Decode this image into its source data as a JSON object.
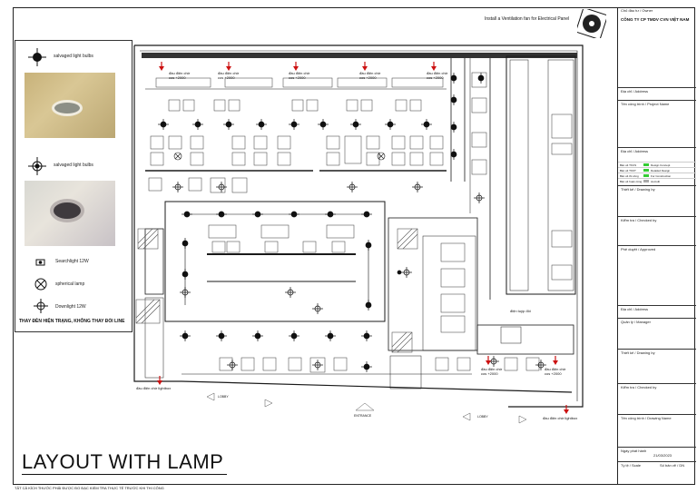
{
  "legend": {
    "salvaged_1": "salvaged light bulbs",
    "salvaged_2": "salvaged light bulbs",
    "searchlight": "Searchlight 12W",
    "spherical": "spherical lamp",
    "downlight": "Downlight 12W",
    "note": "THAY ĐÈN HIỆN TRẠNG, KHÔNG THAY ĐỔI LINE"
  },
  "plan": {
    "vent_note": "Install a Ventilation fan for Electrical Panel",
    "outlet_label": "đầu điện chờ",
    "outlet_height": "cos +2000",
    "lightbox_label": "đầu điện chờ lightbox",
    "control_label": "điện tuýp đôi",
    "lobby": "LOBBY",
    "entrance": "ENTRANCE"
  },
  "title_block": {
    "owner_label": "Chủ đầu tư / Owner",
    "company": "CÔNG TY CP TMDV CVN VIỆT NAM",
    "address1": "Địa chỉ / Address",
    "project_label": "Tên công trình / Project Name",
    "address2": "Địa chỉ / Address",
    "status": [
      {
        "k": "Bản vẽ TKCS",
        "v": "Design Concept"
      },
      {
        "k": "Bản vẽ TKKT",
        "v": "Detailed Design"
      },
      {
        "k": "Bản vẽ thi công",
        "v": "For Construction"
      },
      {
        "k": "Bản vẽ hoàn công",
        "v": "As-built"
      }
    ],
    "drawn1": "Thiết kế / Drawing by",
    "checked1": "Kiểm tra / Checked by",
    "approved": "Phê duyệt / Approved",
    "address3": "Địa chỉ / Address",
    "manager": "Quản lý / Manager",
    "drawn2": "Thiết kế / Drawing by",
    "checked2": "Kiểm tra / Checked by",
    "drawing_name": "Tên công trình / Drawing Name",
    "date_label": "Ngày phát hành",
    "date": "21/03/2023",
    "scale": "Tỷ lệ / Scale",
    "sheet_no": "Số bản vẽ / DN"
  },
  "main_title": "LAYOUT WITH LAMP",
  "footnote": "TẤT CẢ KÍCH THƯỚC PHẢI ĐƯỢC ĐO ĐẠC KIỂM TRA THỰC TẾ TRƯỚC KHI THI CÔNG",
  "colors": {
    "arrow": "#cc1111",
    "line": "#1a1a1a",
    "hatch": "#555555"
  }
}
